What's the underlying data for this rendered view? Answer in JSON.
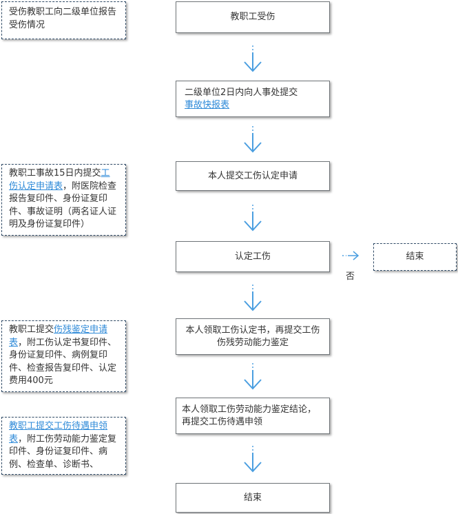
{
  "steps": {
    "s1": "教职工受伤",
    "s2_text": "二级单位2日内向人事处提交",
    "s2_link": "事故快报表",
    "s3": "本人提交工伤认定申请",
    "s4": "认定工伤",
    "s5": "本人领取工伤认定书，再提交工伤伤残劳动能力鉴定",
    "s6": "本人领取工伤劳动能力鉴定结论，再提交工伤待遇申领",
    "s7": "结束",
    "end_right": "结束",
    "no_label": "否"
  },
  "notes": {
    "n1": "受伤教职工向二级单位报告受伤情况",
    "n2_pre": "教职工事故15日内提交",
    "n2_link": "工伤认定申请表",
    "n2_post": "，附医院检查报告复印件、身份证复印件、事故证明（两名证人证明及身份证复印件）",
    "n3_pre": "教职工提交",
    "n3_link": "伤残鉴定申请表",
    "n3_post": "，附工伤认定书复印件、身份证复印件、病例复印件、检查报告复印件、认定费用400元",
    "n4_link": "教职工提交工伤待遇申领表",
    "n4_post": "，附工伤劳动能力鉴定复印件、身份证复印件、病例、检查单、诊断书、"
  },
  "colors": {
    "arrow": "#4a9ee0",
    "link": "#2e8ad8",
    "border": "#6f7478",
    "dashed_border": "#2f4a66"
  }
}
